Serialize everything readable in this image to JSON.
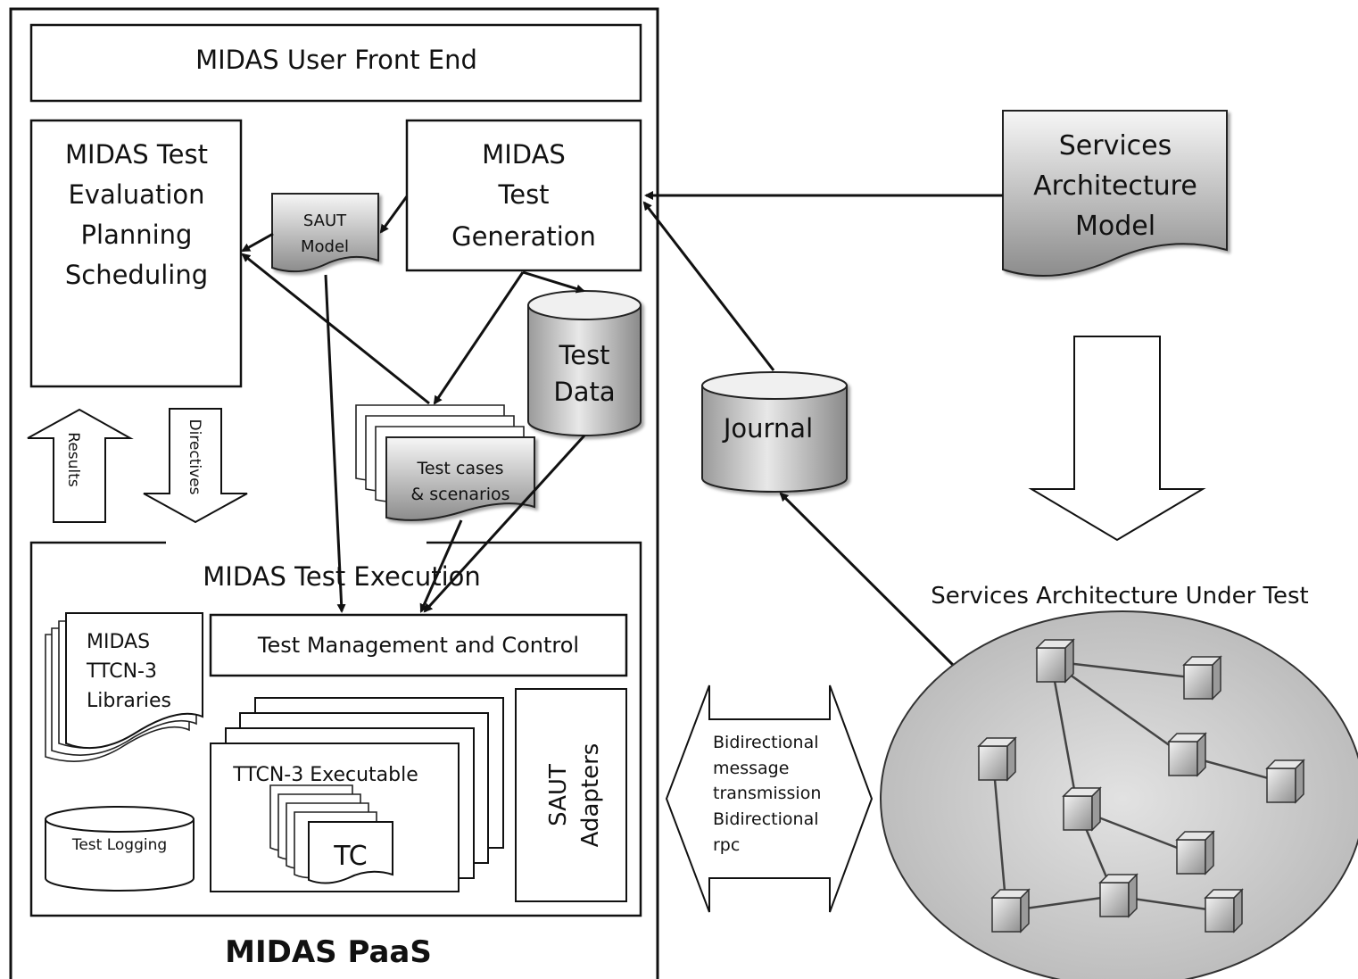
{
  "paas": {
    "footer_label": "MIDAS PaaS",
    "front_end": "MIDAS User Front End",
    "evaluation": {
      "lines": [
        "MIDAS Test",
        "Evaluation",
        "Planning",
        "Scheduling"
      ]
    },
    "generation": {
      "lines": [
        "MIDAS",
        "Test",
        "Generation"
      ]
    },
    "saut_model": {
      "lines": [
        "SAUT",
        "Model"
      ]
    },
    "test_data": {
      "lines": [
        "Test",
        "Data"
      ]
    },
    "test_cases": {
      "lines": [
        "Test cases",
        "& scenarios"
      ]
    },
    "results_label": "Results",
    "directives_label": "Directives",
    "execution": {
      "title": "MIDAS Test Execution",
      "management": "Test Management and Control",
      "libraries": {
        "lines": [
          "MIDAS",
          "TTCN-3",
          "Libraries"
        ]
      },
      "executable": "TTCN-3 Executable",
      "tc": "TC",
      "logging": "Test Logging",
      "adapters": {
        "lines": [
          "SAUT",
          "Adapters"
        ]
      }
    }
  },
  "external": {
    "services_model": {
      "lines": [
        "Services",
        "Architecture",
        "Model"
      ]
    },
    "journal": "Journal",
    "sut_title": "Services Architecture Under Test",
    "bidirectional": {
      "lines": [
        "Bidirectional",
        "message",
        "transmission",
        "Bidirectional",
        "rpc"
      ]
    }
  },
  "colors": {
    "gradient_light": "#f4f4f4",
    "gradient_dark": "#8a8a8a",
    "stroke": "#111111"
  }
}
